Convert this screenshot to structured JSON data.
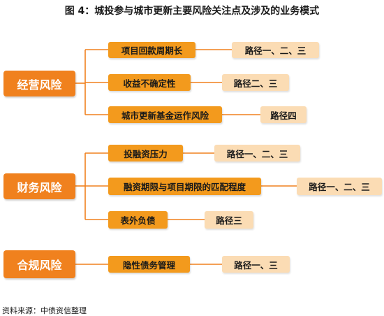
{
  "title": "图 4：城投参与城市更新主要风险关注点及涉及的业务模式",
  "source": "资料来源：中债资信整理",
  "categories": [
    {
      "label": "经营风险",
      "items": [
        {
          "risk": "项目回款周期长",
          "paths": "路径一、二、三"
        },
        {
          "risk": "收益不确定性",
          "paths": "路径二、三"
        },
        {
          "risk": "城市更新基金运作风险",
          "paths": "路径四"
        }
      ]
    },
    {
      "label": "财务风险",
      "items": [
        {
          "risk": "投融资压力",
          "paths": "路径一、二、三"
        },
        {
          "risk": "融资期限与项目期限的匹配程度",
          "paths": "路径一、二、三"
        },
        {
          "risk": "表外负债",
          "paths": "路径三"
        }
      ]
    },
    {
      "label": "合规风险",
      "items": [
        {
          "risk": "隐性债务管理",
          "paths": "路径一、三"
        }
      ]
    }
  ],
  "colors": {
    "category_box": "#f0811e",
    "risk_box": "#f39a1d",
    "path_box": "#fbdcb4",
    "connector": "#f0811e"
  }
}
